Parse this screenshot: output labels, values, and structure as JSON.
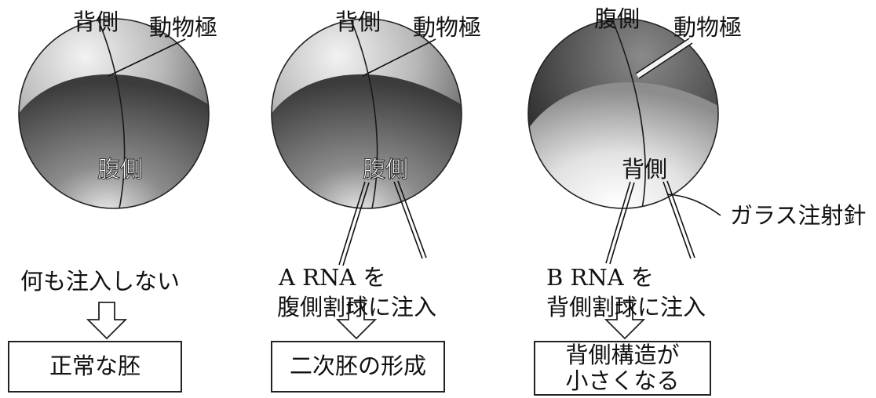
{
  "panels": [
    {
      "top_label": "背側",
      "pole_label": "動物極",
      "center_label": "腹側",
      "treatment_lines": [
        "何も注入しない"
      ],
      "result": "正常な胚"
    },
    {
      "top_label": "背側",
      "pole_label": "動物極",
      "center_label": "腹側",
      "treatment_lines": [
        "A RNA を",
        "腹側割球に注入"
      ],
      "result": "二次胚の形成"
    },
    {
      "top_label": "腹側",
      "pole_label": "動物極",
      "center_label": "背側",
      "needle_label": "ガラス注射針",
      "treatment_lines": [
        "B RNA を",
        "背側割球に注入"
      ],
      "result": "背側構造が\n小さくなる"
    }
  ],
  "colors": {
    "ink": "#111111",
    "sphere_dark": "#4a4a4a",
    "sphere_light": "#e8e8e8"
  }
}
